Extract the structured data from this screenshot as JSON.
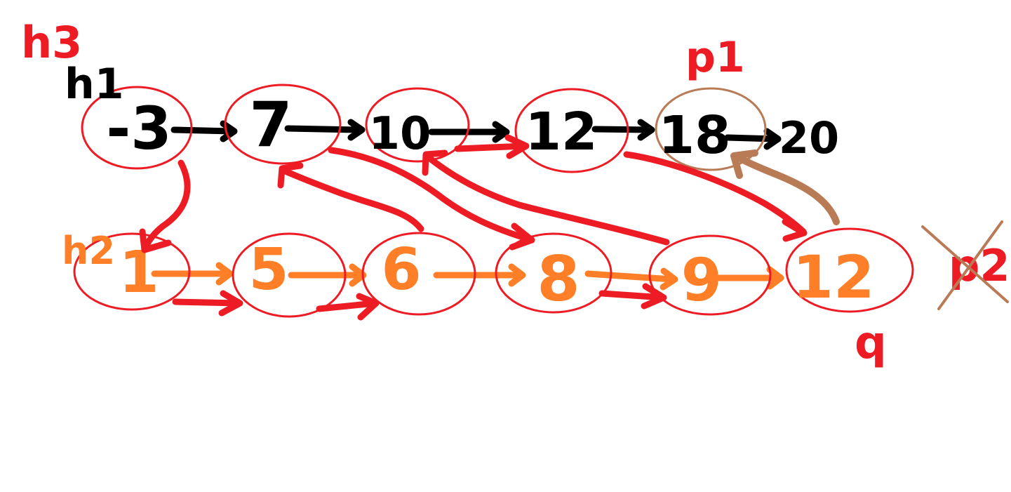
{
  "diagram": {
    "colors": {
      "list1": "#000000",
      "list2": "#fe7f27",
      "red": "#ed1c24",
      "brown": "#b97a56",
      "background": "#ffffff"
    },
    "labels": {
      "h3": "h3",
      "h1": "h1",
      "h2": "h2",
      "p1": "p1",
      "p2": "p2",
      "q": "q"
    },
    "list1": [
      "-3",
      "7",
      "10",
      "12",
      "18",
      "20"
    ],
    "list2": [
      "1",
      "5",
      "6",
      "8",
      "9",
      "12"
    ]
  }
}
